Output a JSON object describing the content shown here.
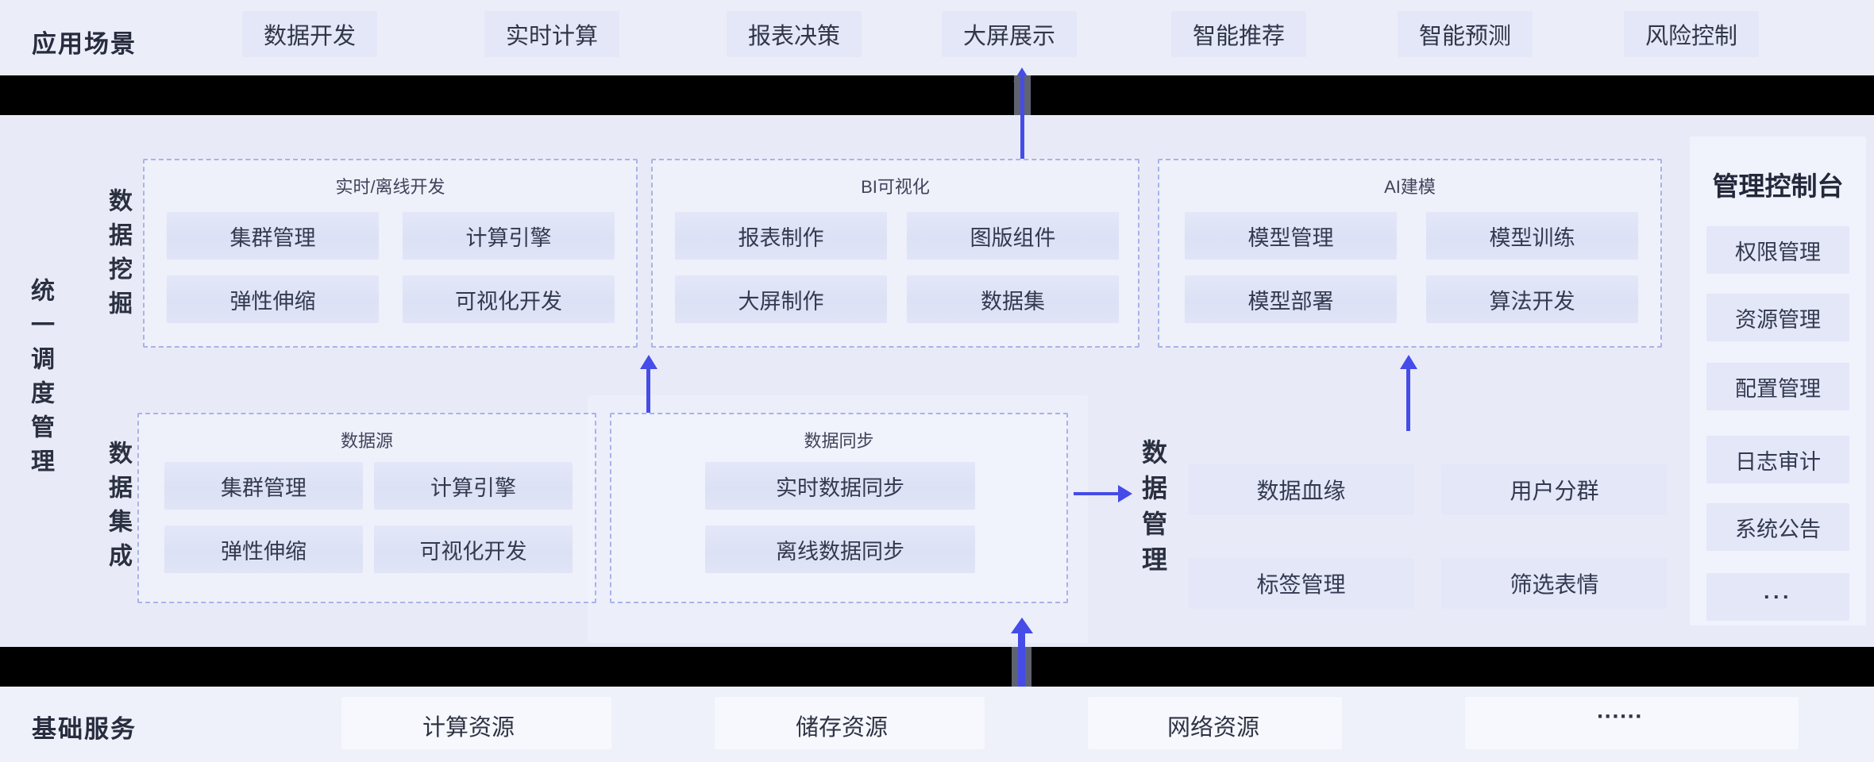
{
  "colors": {
    "accent": "#454ce8",
    "bar": "#000000",
    "page": "#e8ebf7"
  },
  "top_bar": {
    "label": "应用场景",
    "items": [
      "数据开发",
      "实时计算",
      "报表决策",
      "大屏展示",
      "智能推荐",
      "智能预测",
      "风险控制"
    ]
  },
  "left_rail": {
    "label": "统一调度管理"
  },
  "mining": {
    "label": "数据挖掘",
    "boxes": [
      {
        "title": "实时/离线开发",
        "buttons": [
          "集群管理",
          "计算引擎",
          "弹性伸缩",
          "可视化开发"
        ]
      },
      {
        "title": "BI可视化",
        "buttons": [
          "报表制作",
          "图版组件",
          "大屏制作",
          "数据集"
        ]
      },
      {
        "title": "AI建模",
        "buttons": [
          "模型管理",
          "模型训练",
          "模型部署",
          "算法开发"
        ]
      }
    ]
  },
  "integration": {
    "label": "数据集成",
    "boxes": [
      {
        "title": "数据源",
        "buttons": [
          "集群管理",
          "计算引擎",
          "弹性伸缩",
          "可视化开发"
        ]
      },
      {
        "title": "数据同步",
        "buttons": [
          "实时数据同步",
          "离线数据同步"
        ]
      }
    ]
  },
  "management": {
    "label": "数据管理",
    "buttons": [
      "数据血缘",
      "用户分群",
      "标签管理",
      "筛选表情"
    ]
  },
  "console": {
    "title": "管理控制台",
    "items": [
      "权限管理",
      "资源管理",
      "配置管理",
      "日志审计",
      "系统公告",
      "···"
    ]
  },
  "bottom_bar": {
    "label": "基础服务",
    "items": [
      "计算资源",
      "储存资源",
      "网络资源",
      "······"
    ]
  }
}
